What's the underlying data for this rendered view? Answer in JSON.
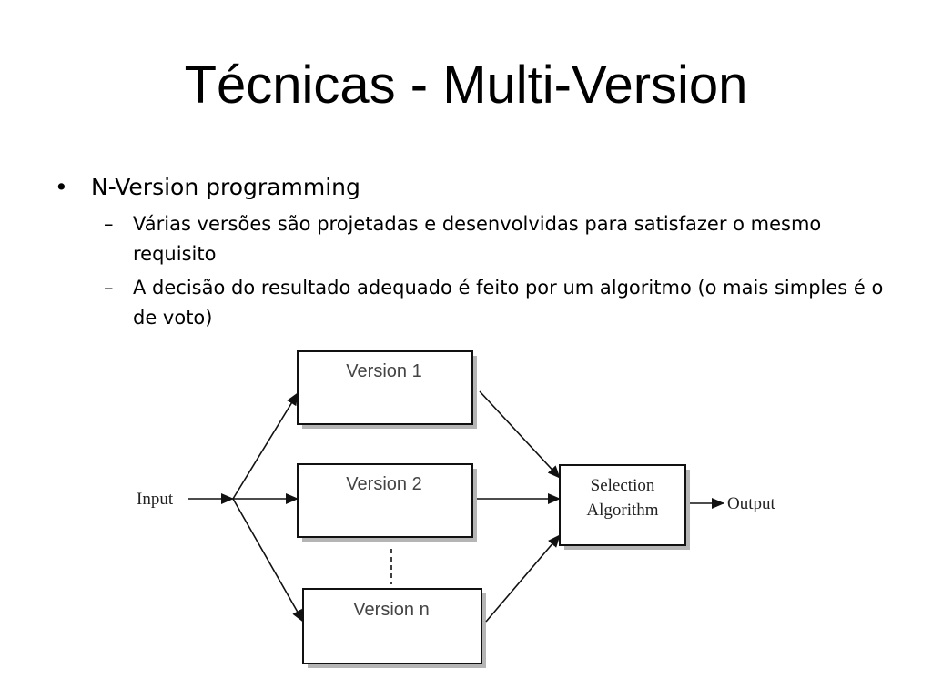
{
  "slide": {
    "title": "Técnicas - Multi-Version",
    "bullets": [
      {
        "marker": "•",
        "text": "N-Version programming",
        "sub": [
          {
            "marker": "–",
            "text": "Várias versões são projetadas e desenvolvidas para satisfazer o mesmo requisito"
          },
          {
            "marker": "–",
            "text": "A decisão do resultado adequado é feito por um algoritmo (o mais simples é o de voto)"
          }
        ]
      }
    ]
  },
  "diagram": {
    "input_label": "Input",
    "versions": [
      {
        "label": "Version 1"
      },
      {
        "label": "Version 2"
      },
      {
        "label": "Version n"
      }
    ],
    "selection_line1": "Selection",
    "selection_line2": "Algorithm",
    "output_label": "Output"
  }
}
